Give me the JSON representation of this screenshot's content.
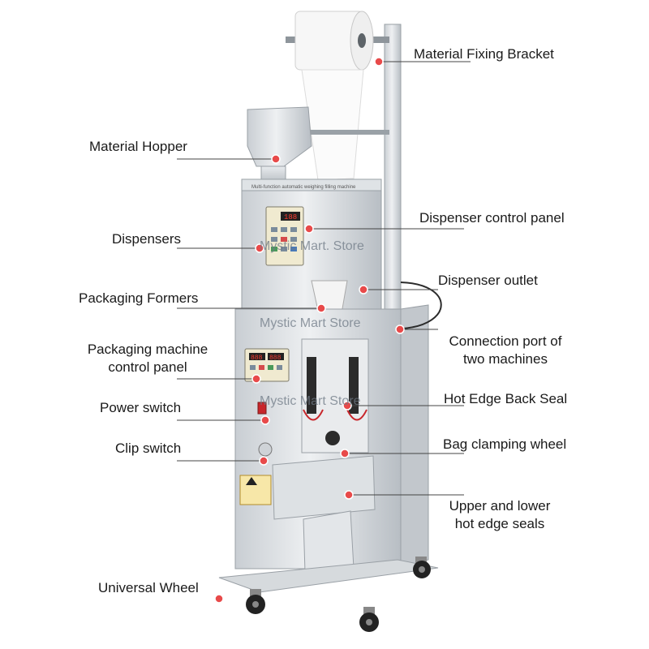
{
  "labels": {
    "material_fixing_bracket": "Material Fixing Bracket",
    "material_hopper": "Material Hopper",
    "dispenser_control_panel": "Dispenser control panel",
    "dispensers": "Dispensers",
    "dispenser_outlet": "Dispenser outlet",
    "packaging_formers": "Packaging Formers",
    "connection_port_line1": "Connection port of",
    "connection_port_line2": "two machines",
    "packaging_machine_line1": "Packaging machine",
    "packaging_machine_line2": "control panel",
    "hot_edge_back_seal": "Hot Edge Back Seal",
    "power_switch": "Power switch",
    "bag_clamping_wheel": "Bag clamping wheel",
    "clip_switch": "Clip switch",
    "upper_lower_line1": "Upper and lower",
    "upper_lower_line2": "hot edge seals",
    "universal_wheel": "Universal Wheel"
  },
  "watermarks": {
    "wm1": "Mystic Mart. Store",
    "wm2": "Mystic Mart Store",
    "wm3": "Mystic Mart Store"
  },
  "panels": {
    "dispenser_display": "188",
    "packer_display_1": "888",
    "packer_display_2": "888"
  },
  "colors": {
    "marker": "#e84a4a",
    "line": "#444444",
    "steel": "#d9dde1"
  }
}
